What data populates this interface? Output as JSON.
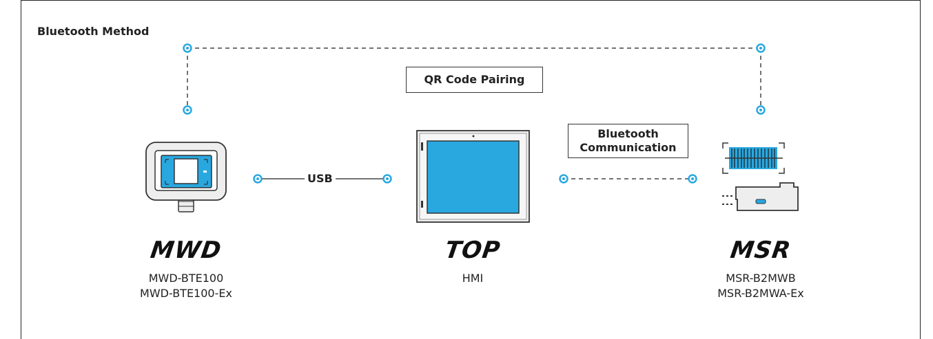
{
  "title": "Bluetooth Method",
  "pairing_label": "QR Code Pairing",
  "bluetooth_label_line1": "Bluetooth",
  "bluetooth_label_line2": "Communication",
  "usb_label": "USB",
  "devices": {
    "mwd": {
      "brand": "MWD",
      "models": [
        "MWD-BTE100",
        "MWD-BTE100-Ex"
      ]
    },
    "top": {
      "brand": "TOP",
      "models": [
        "HMI"
      ]
    },
    "msr": {
      "brand": "MSR",
      "models": [
        "MSR-B2MWB",
        "MSR-B2MWA-Ex"
      ]
    }
  },
  "colors": {
    "accent": "#29a8e0",
    "line": "#444444",
    "device_body": "#eeeeee"
  }
}
